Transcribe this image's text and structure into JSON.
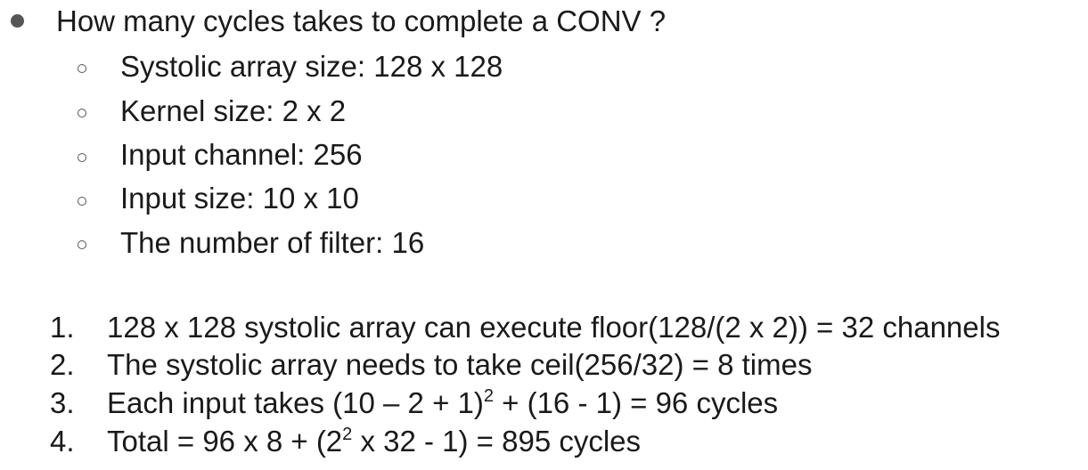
{
  "question": {
    "text": "How many cycles takes to complete a CONV ?",
    "params": [
      "Systolic array size: 128 x 128",
      "Kernel size: 2 x 2",
      "Input channel: 256",
      "Input size: 10 x 10",
      "The number of filter: 16"
    ]
  },
  "steps": {
    "numbers": [
      "1.",
      "2.",
      "3.",
      "4."
    ],
    "s1": "128 x 128 systolic array can execute floor(128/(2 x 2)) = 32 channels",
    "s2": "The systolic array needs to take ceil(256/32) = 8 times",
    "s3_a": "Each input takes (10 – 2 + 1)",
    "s3_sup": "2",
    "s3_b": " + (16 - 1) = 96 cycles",
    "s4_a": "Total = 96 x 8 + (2",
    "s4_sup": "2",
    "s4_b": " x 32 - 1) =  895 cycles"
  }
}
